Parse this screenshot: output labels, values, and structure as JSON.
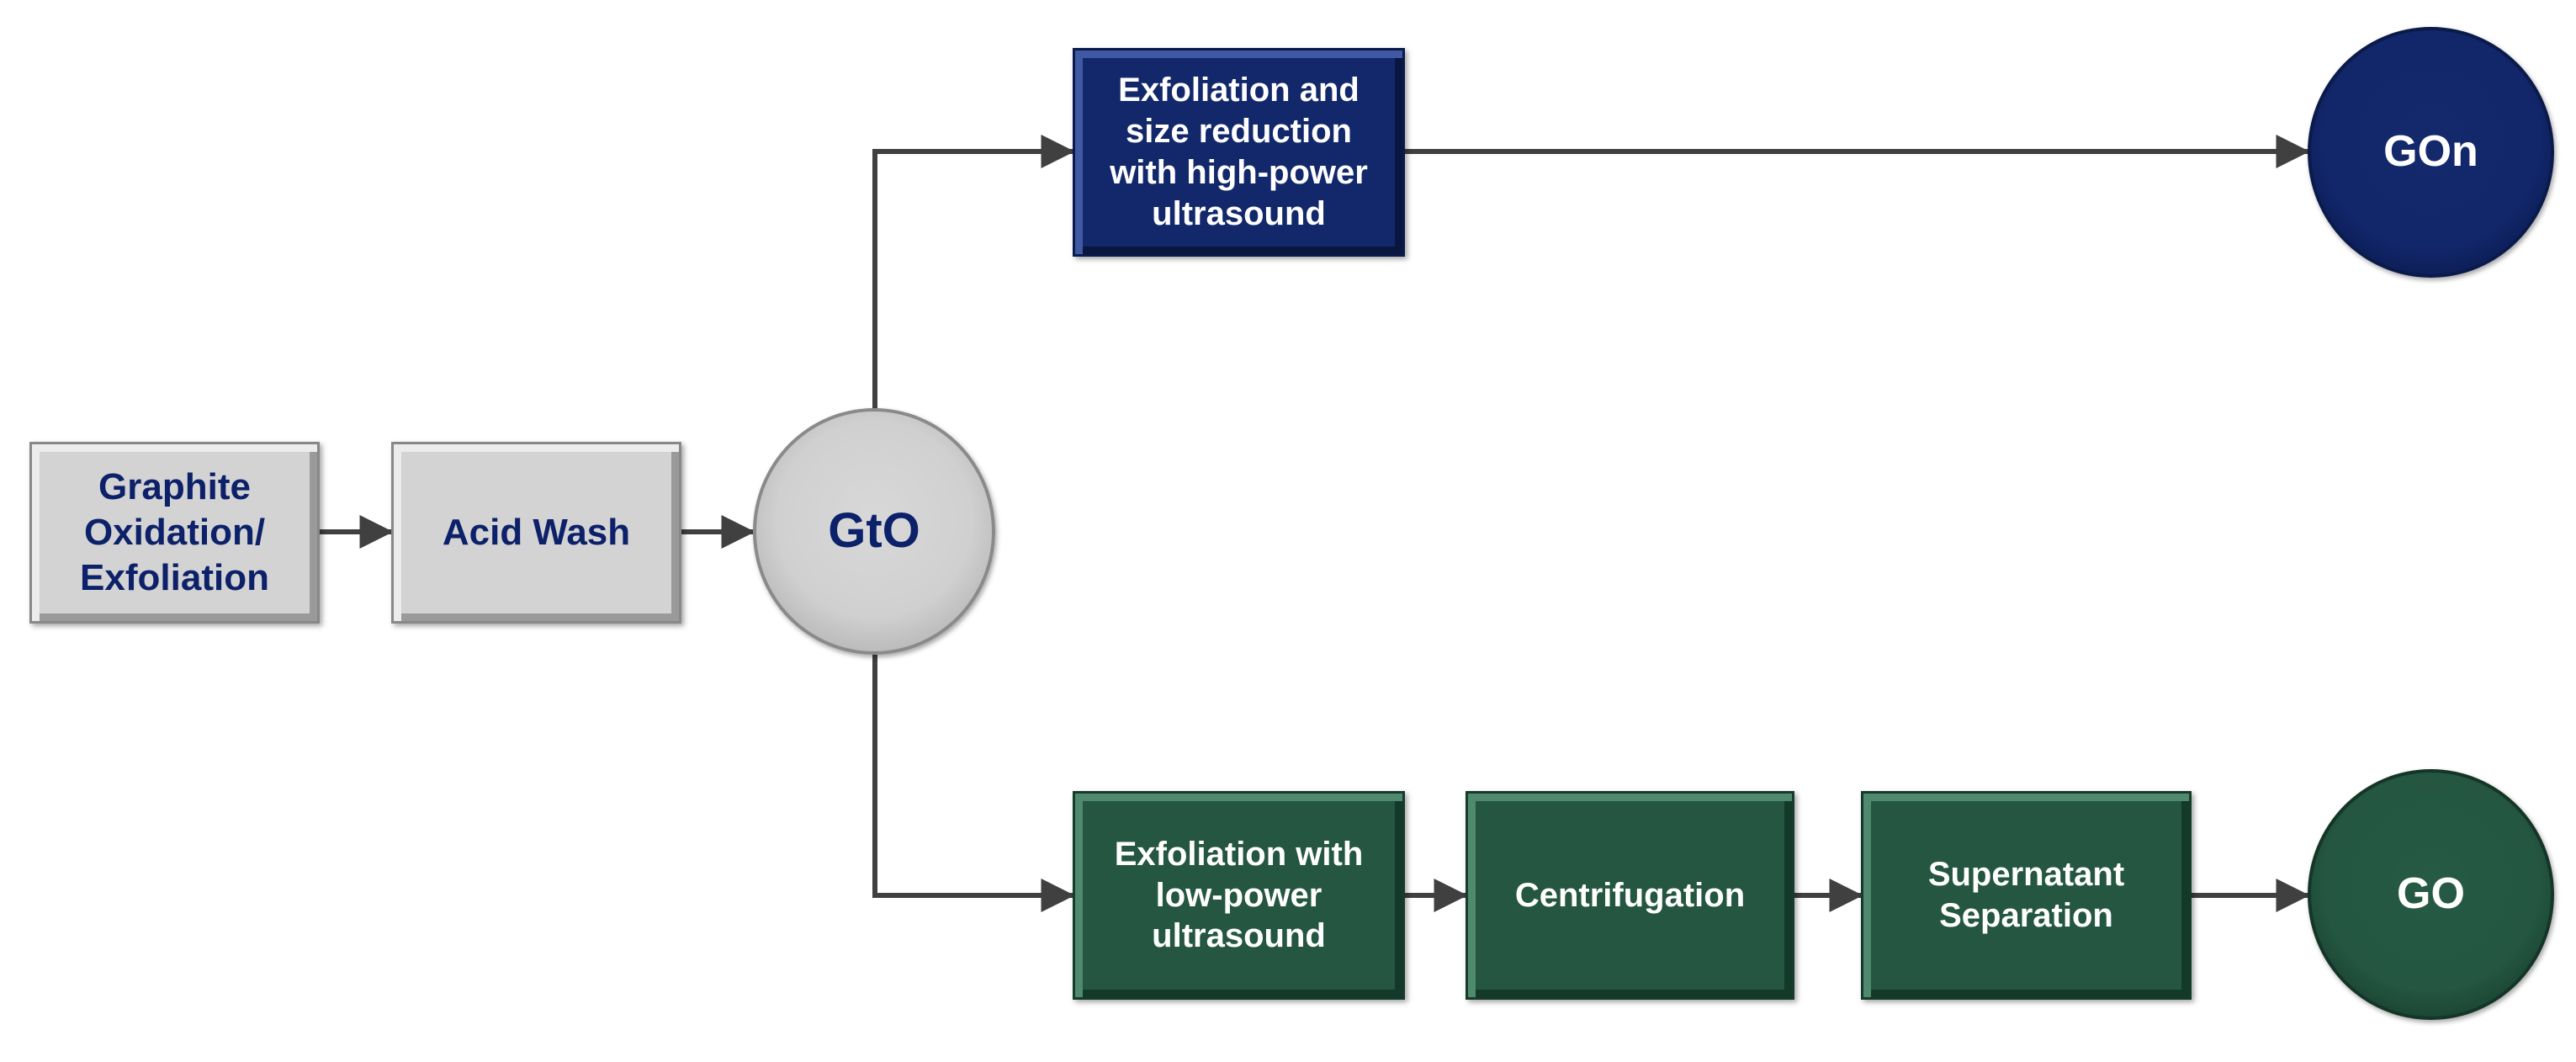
{
  "colors": {
    "gray_box": "#d3d3d3",
    "navy": "#12286b",
    "green": "#245641",
    "gray_text": "#0c2169",
    "connector": "#404040"
  },
  "nodes": {
    "graphite_oxidation": {
      "lines": [
        "Graphite",
        "Oxidation/",
        "Exfoliation"
      ]
    },
    "acid_wash": {
      "label": "Acid Wash"
    },
    "gto": {
      "label": "GtO"
    },
    "high_power": {
      "lines": [
        "Exfoliation and",
        "size reduction",
        "with high-power",
        "ultrasound"
      ]
    },
    "gon": {
      "label": "GOn"
    },
    "low_power": {
      "lines": [
        "Exfoliation with",
        "low-power",
        "ultrasound"
      ]
    },
    "centrifugation": {
      "label": "Centrifugation"
    },
    "supernatant": {
      "lines": [
        "Supernatant",
        "Separation"
      ]
    },
    "go": {
      "label": "GO"
    }
  }
}
